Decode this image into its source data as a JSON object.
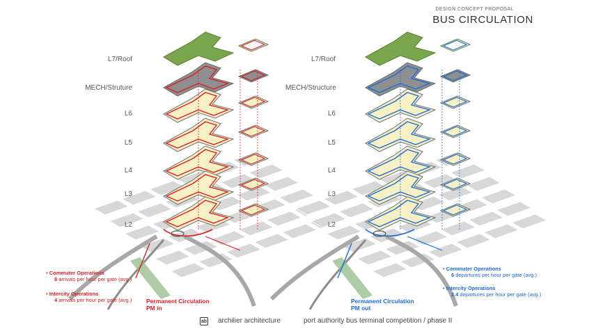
{
  "header": {
    "subtitle": "DESIGN CONCEPT PROPOSAL",
    "title": "BUS CIRCULATION"
  },
  "left_diagram": {
    "levels": [
      "L7/Roof",
      "MECH/Struture",
      "L6",
      "L5",
      "L4",
      "L3",
      "L2"
    ],
    "ops": [
      {
        "title": "Commuter Operations",
        "value": "8",
        "rest": "arrivals per hour per gate (avg.)"
      },
      {
        "title": "Intercity Operations",
        "value": "4",
        "rest": "arrivals per hour per gate (avg.)"
      }
    ],
    "perm_title": "Permanent Circulation",
    "perm_sub": "PM in",
    "color": "#d42025"
  },
  "right_diagram": {
    "levels": [
      "L7/Roof",
      "MECH/Structure",
      "L6",
      "L5",
      "L4",
      "L3",
      "L2"
    ],
    "ops": [
      {
        "title": "Commuter Operations",
        "value": "6",
        "rest": "departures per hour per gate (avg.)"
      },
      {
        "title": "Intercity Operations",
        "value": "2.4",
        "rest": "departures per hour per gate (avg.)"
      }
    ],
    "perm_title": "Permanent Circulation",
    "perm_sub": "PM out",
    "color": "#1c6bd6"
  },
  "footer": {
    "logo": "ab",
    "firm": "archilier architecture",
    "project": "port authority bus terminal competition / phase II"
  }
}
